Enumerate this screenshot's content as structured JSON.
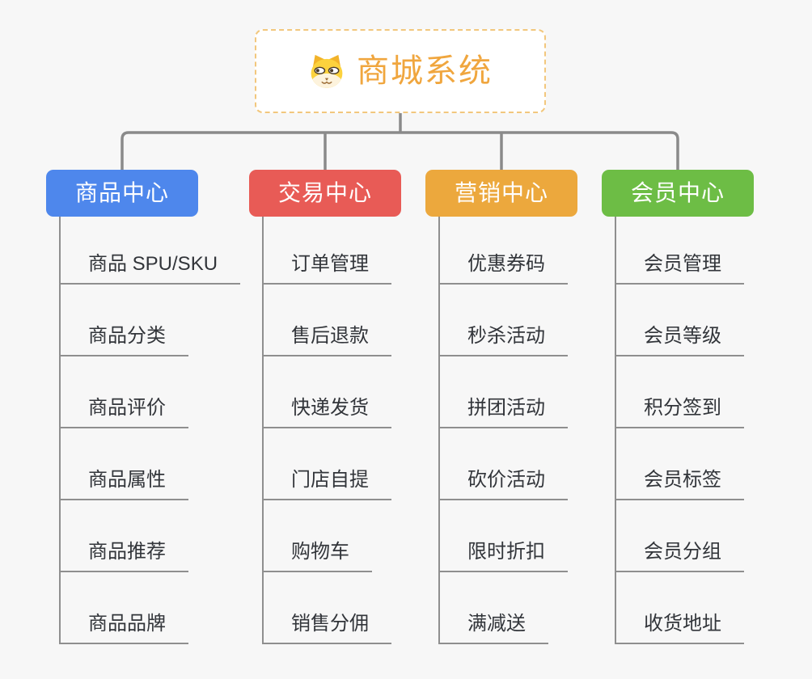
{
  "root": {
    "title": "商城系统",
    "icon": "dog-face-icon"
  },
  "branches": [
    {
      "label": "商品中心",
      "color": "#4e87ec",
      "children": [
        "商品 SPU/SKU",
        "商品分类",
        "商品评价",
        "商品属性",
        "商品推荐",
        "商品品牌"
      ]
    },
    {
      "label": "交易中心",
      "color": "#e85b56",
      "children": [
        "订单管理",
        "售后退款",
        "快递发货",
        "门店自提",
        "购物车",
        "销售分佣"
      ]
    },
    {
      "label": "营销中心",
      "color": "#eca83d",
      "children": [
        "优惠券码",
        "秒杀活动",
        "拼团活动",
        "砍价活动",
        "限时折扣",
        "满减送"
      ]
    },
    {
      "label": "会员中心",
      "color": "#6dbd45",
      "children": [
        "会员管理",
        "会员等级",
        "积分签到",
        "会员标签",
        "会员分组",
        "收货地址"
      ]
    }
  ],
  "colors": {
    "background": "#f7f7f7",
    "connector_line": "#8a8a8a",
    "underline": "#8f8f8f",
    "child_text": "#32353a",
    "root_text": "#f0a63e",
    "root_border": "#f2c77d"
  }
}
